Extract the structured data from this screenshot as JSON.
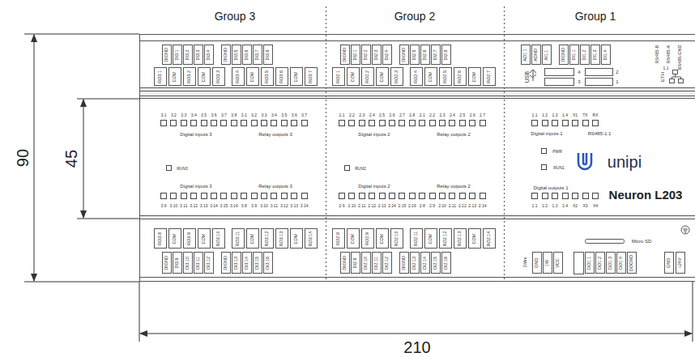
{
  "diagram": {
    "labels": [
      "90",
      "45",
      "210",
      "Group 3",
      "Group 2",
      "Group 1",
      "DIGND",
      "DI3.1",
      "DI3.2",
      "DI3.3",
      "DI3.4",
      "DIGND",
      "DI3.5",
      "DI3.6",
      "DI3.7",
      "DI3.8",
      "RO3.1",
      "COM",
      "RO3.2",
      "COM",
      "RO3.3",
      "RO3.4",
      "COM",
      "RO3.5",
      "RO3.6",
      "COM",
      "RO3.7",
      "3.1",
      "3.2",
      "3.3",
      "3.4",
      "3.5",
      "3.6",
      "3.7",
      "3.8",
      "3.1",
      "3.2",
      "3.3",
      "3.4",
      "3.5",
      "3.6",
      "3.7",
      "Digital inputs 3",
      "Relay outputs 3",
      "RUN3",
      "Digital inputs 3",
      "Relay outputs 3",
      "3.9",
      "3.10",
      "3.11",
      "3.12",
      "3.13",
      "3.14",
      "3.15",
      "3.16",
      "3.8",
      "3.9",
      "3.10",
      "3.11",
      "3.12",
      "3.13",
      "3.14",
      "RO3.8",
      "COM",
      "RO3.9",
      "COM",
      "RO3.10",
      "RO3.11",
      "COM",
      "RO3.12",
      "RO3.13",
      "COM",
      "RO3.14",
      "DIGND",
      "DI3.9",
      "DI3.10",
      "DI3.11",
      "DI3.12",
      "DIGND",
      "DI3.13",
      "DI3.14",
      "DI3.15",
      "DI3.16",
      "DIGND",
      "DI2.1",
      "DI2.2",
      "DI2.3",
      "DI2.4",
      "DIGND",
      "DI2.5",
      "DI2.6",
      "DI2.7",
      "DI2.8",
      "RO2.1",
      "COM",
      "RO2.2",
      "COM",
      "RO2.3",
      "RO2.4",
      "COM",
      "RO2.5",
      "RO2.6",
      "COM",
      "RO2.7",
      "2.1",
      "2.2",
      "2.3",
      "2.4",
      "2.5",
      "2.6",
      "2.7",
      "2.8",
      "2.1",
      "2.2",
      "2.3",
      "2.4",
      "2.5",
      "2.6",
      "2.7",
      "Digital inputs 2",
      "Relay outputs 2",
      "RUN2",
      "Digital inputs 2",
      "Relay outputs 2",
      "2.9",
      "2.10",
      "2.11",
      "2.12",
      "2.13",
      "2.14",
      "2.15",
      "2.16",
      "2.8",
      "2.9",
      "2.10",
      "2.11",
      "2.12",
      "2.13",
      "2.14",
      "RO2.8",
      "COM",
      "RO2.9",
      "COM",
      "RO2.10",
      "RO2.11",
      "COM",
      "RO2.12",
      "RO2.13",
      "COM",
      "RO2.14",
      "DIGND",
      "DI2.9",
      "DI2.10",
      "DI2.11",
      "DI2.12",
      "DIGND",
      "DI2.13",
      "DI2.14",
      "DI2.15",
      "DI2.16",
      "AO1.1",
      "AGND",
      "AI1.1",
      "DIGND",
      "DI1.1",
      "DI1.2",
      "DI1.3",
      "DI1.4",
      "RS485-B",
      "RS485-A",
      "RS485-GND",
      "1.1",
      "USB",
      "4",
      "3",
      "2",
      "1",
      "ETH",
      "1.1",
      "1.2",
      "1.3",
      "1.4",
      "X1",
      "TX",
      "RX",
      "Digital inputs 1",
      "RS485-1.1",
      "PWR",
      "RUN1",
      "unipi",
      "Digital outputs 1",
      "Neuron L203",
      "1.1",
      "1.2",
      "1.3",
      "1.4",
      "X2",
      "X3",
      "X4",
      "Micro SD",
      "1Wire",
      "GND",
      "1W",
      "VCC",
      "DO1.1",
      "DO1.2",
      "DO1.3",
      "DO1.4",
      "DOGND",
      "GND",
      "+24V"
    ]
  }
}
